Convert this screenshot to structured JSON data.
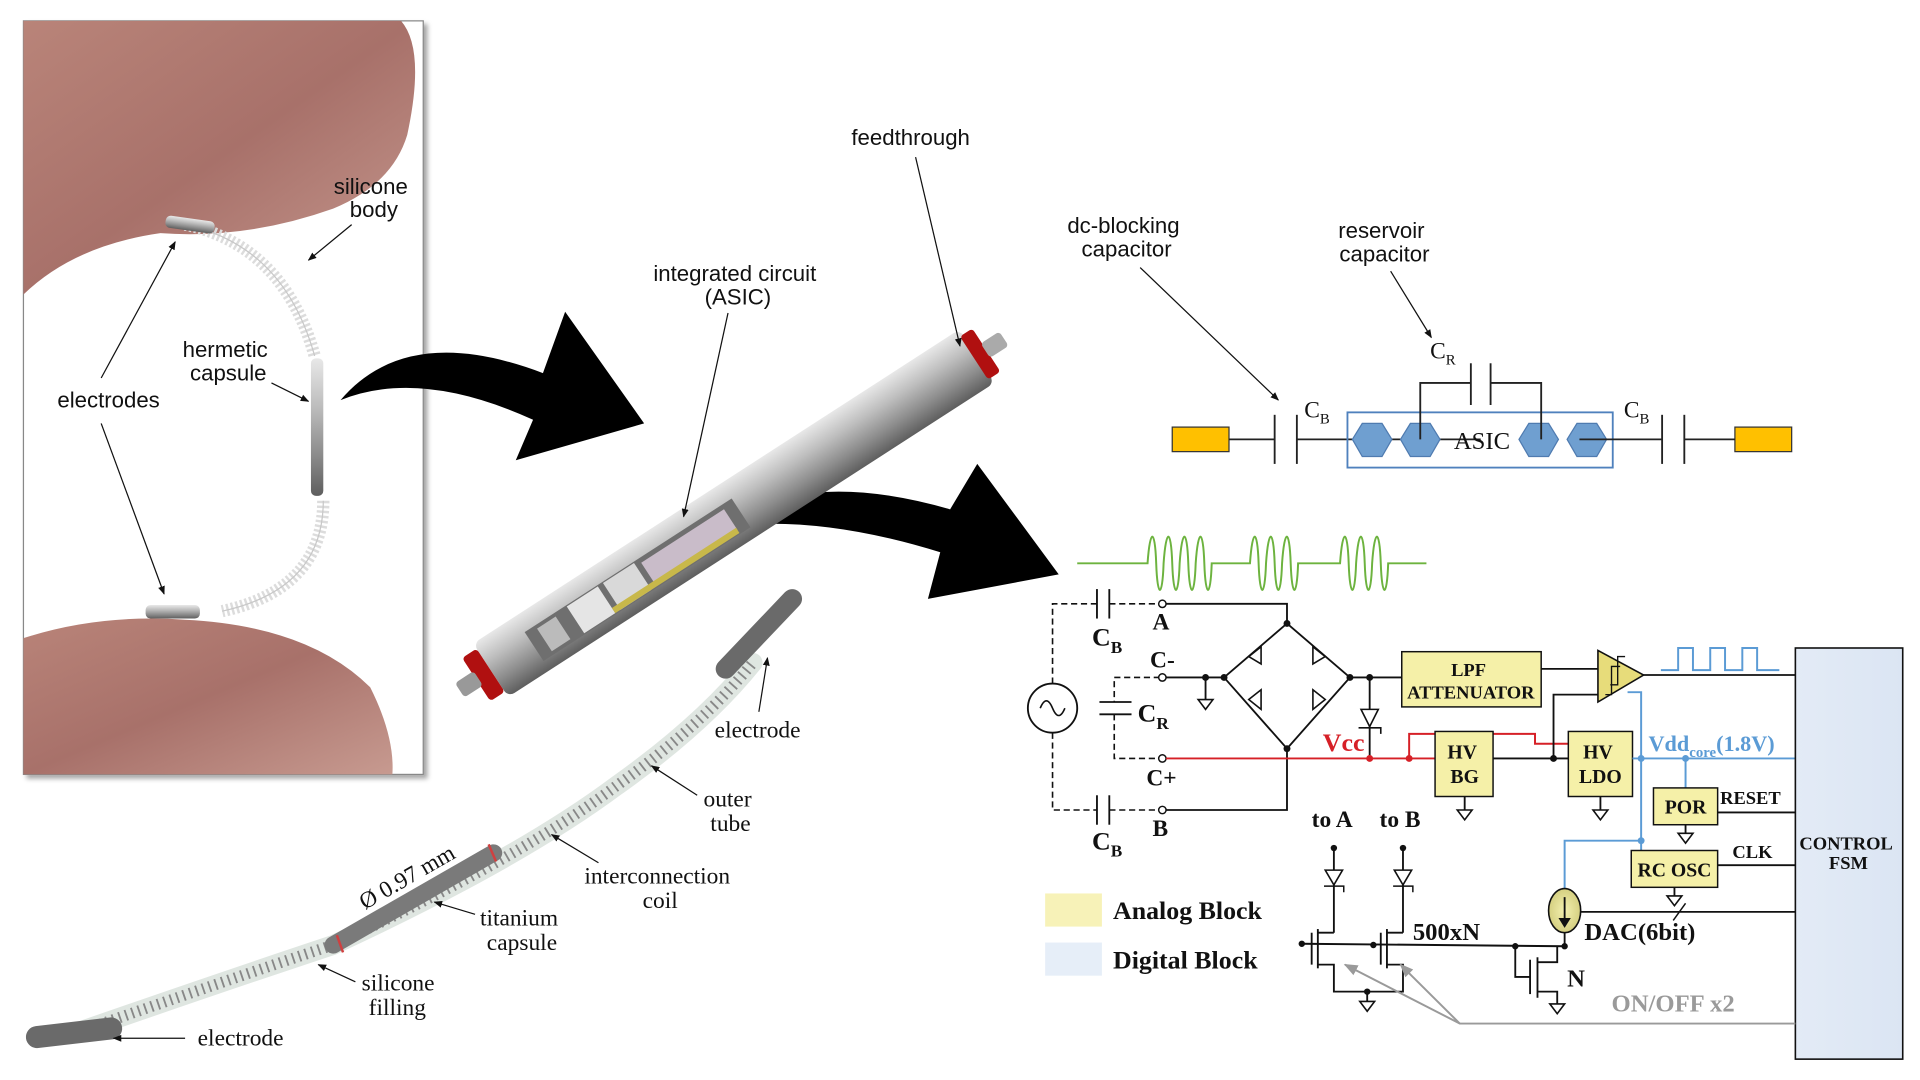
{
  "photo_panel": {
    "labels": {
      "silicone_body": [
        "silicone",
        "body"
      ],
      "hermetic_capsule": [
        "hermetic",
        "capsule"
      ],
      "electrodes": "electrodes"
    }
  },
  "capsule_render": {
    "labels": {
      "feedthrough": "feedthrough",
      "integrated_circuit": [
        "integrated circuit",
        "(ASIC)"
      ]
    }
  },
  "lead_render": {
    "labels": {
      "electrode_top": "electrode",
      "outer_tube": [
        "outer",
        "tube"
      ],
      "interconnection_coil": [
        "interconnection",
        "coil"
      ],
      "diameter": "Ø 0.97 mm",
      "titanium_capsule": [
        "titanium",
        "capsule"
      ],
      "silicone_filling": [
        "silicone",
        "filling"
      ],
      "electrode_bottom": "electrode"
    }
  },
  "block_schematic": {
    "labels": {
      "dc_blocking": [
        "dc-blocking",
        "capacitor"
      ],
      "reservoir": [
        "reservoir",
        "capacitor"
      ],
      "cr": "C",
      "cr_sub": "R",
      "cb": "C",
      "cb_sub": "B",
      "asic": "ASIC"
    },
    "colors": {
      "electrode_pad": "#FFC000",
      "pad_hex": "#6F9FD0",
      "asic_border": "#4F81BD"
    }
  },
  "circuit": {
    "terminals": {
      "a": "A",
      "c_minus": "C-",
      "c_plus": "C+",
      "b": "B"
    },
    "caps": {
      "c": "C",
      "b_sub": "B",
      "r_sub": "R"
    },
    "blocks": {
      "lpf": [
        "LPF",
        "ATTENUATOR"
      ],
      "hvbg": [
        "HV",
        "BG"
      ],
      "hvldo": [
        "HV",
        "LDO"
      ],
      "por": "POR",
      "rcosc": "RC OSC",
      "control": [
        "CONTROL",
        "FSM"
      ]
    },
    "signals": {
      "vcc": "Vcc",
      "vdd": "Vdd",
      "vdd_sub": "core",
      "vdd_val": "(1.8V)",
      "reset": "RESET",
      "clk": "CLK",
      "dac": "DAC(6bit)",
      "to_a": "to A",
      "to_b": "to B",
      "mult": "500xN",
      "n": "N",
      "onoff": "ON/OFF x2"
    },
    "legend": [
      {
        "label": "Analog Block",
        "color": "#F7F2B8"
      },
      {
        "label": "Digital Block",
        "color": "#E6EEF8"
      }
    ],
    "colors": {
      "rf_wave": "#6DB33F",
      "vcc_line": "#D62027",
      "vdd_line": "#5B9BD5",
      "analog_fill": "#F5F0A8",
      "digital_fill": "#E3EBF6",
      "gray_ctrl": "#9A9A9A"
    }
  }
}
